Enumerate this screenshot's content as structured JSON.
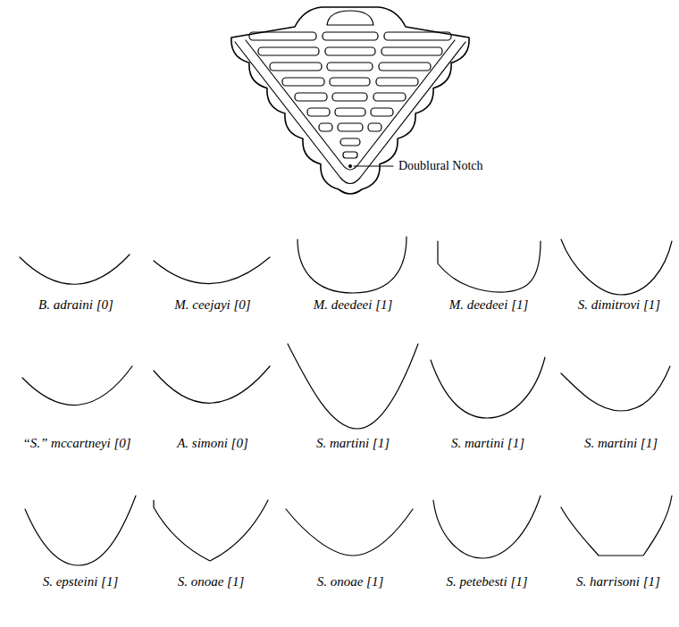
{
  "diagram": {
    "labels": [
      "Doublural Notch",
      "B. adraini [0]",
      "M. ceejayi [0]",
      "M. deedeei [1]",
      "M. deedeei [1]",
      "S. dimitrovi [1]",
      "“S.” mccartneyi [0]",
      "A. simoni [0]",
      "S. martini [1]",
      "S. martini [1]",
      "S. martini [1]",
      "S. epsteini [1]",
      "S. onoae [1]",
      "S. onoae [1]",
      "S. petebesti [1]",
      "S. harrisoni [1]"
    ]
  }
}
